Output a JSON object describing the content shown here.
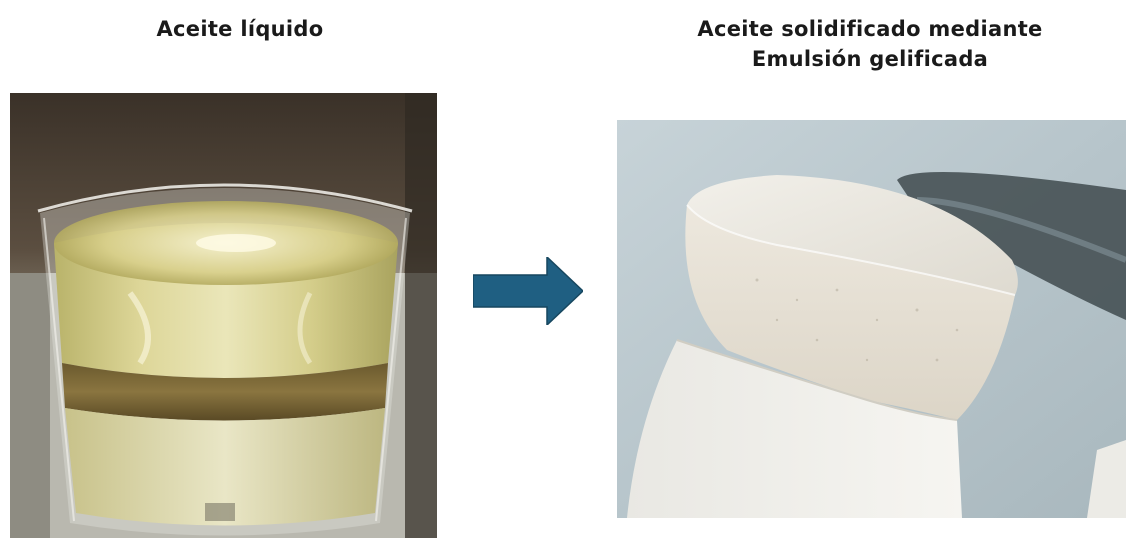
{
  "labels": {
    "left": "Aceite líquido",
    "right_line1": "Aceite solidificado mediante",
    "right_line2": "Emulsión gelificada"
  },
  "colors": {
    "arrow": "#1f5f82",
    "text": "#1a1a1a"
  }
}
